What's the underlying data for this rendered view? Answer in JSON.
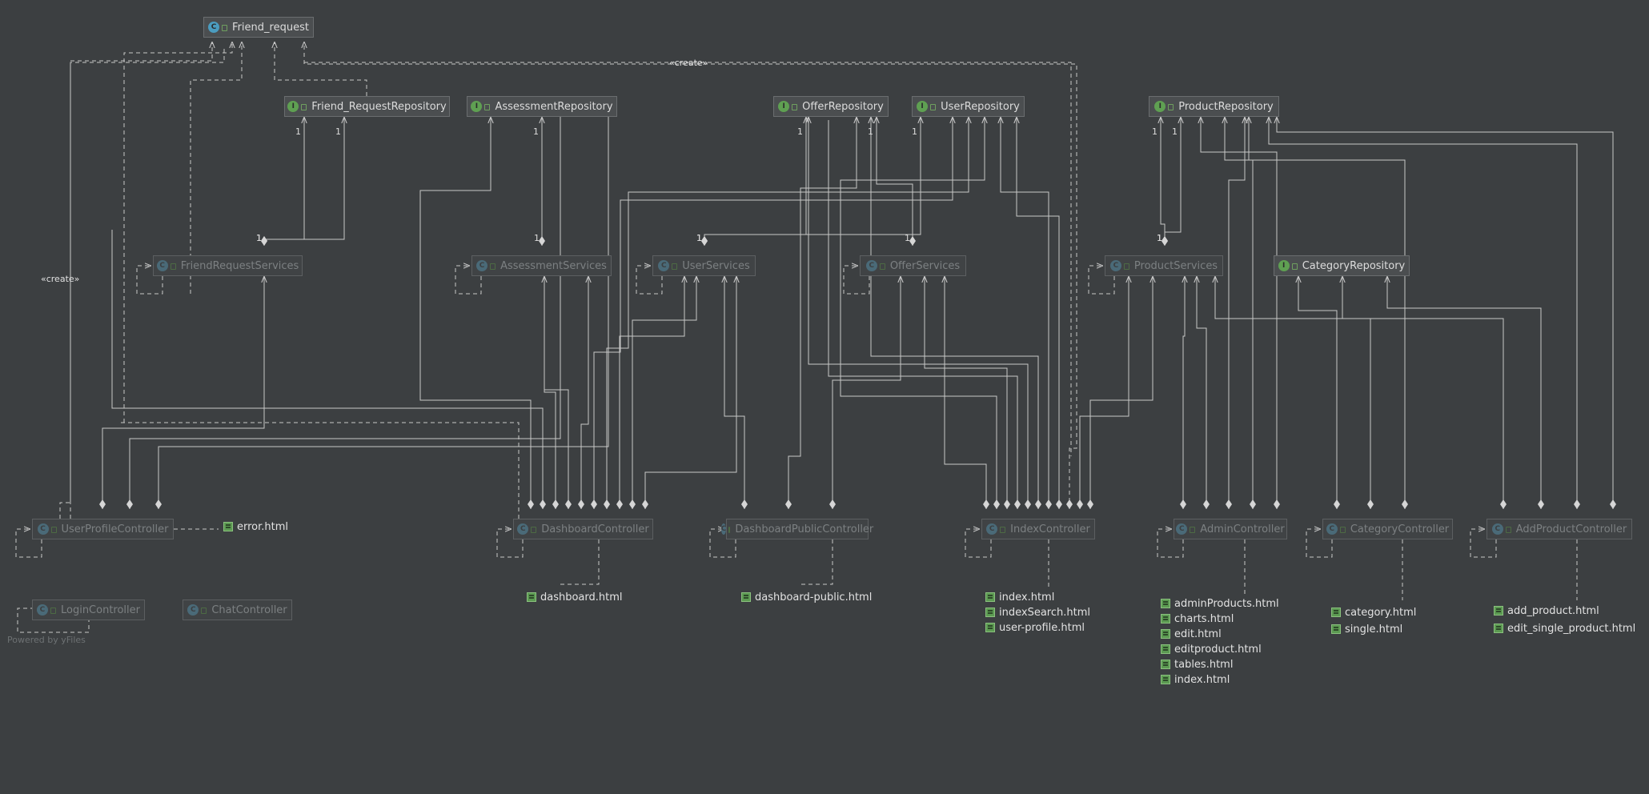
{
  "classes": {
    "friend_request": "Friend_request",
    "friend_request_repository": "Friend_RequestRepository",
    "assessment_repository": "AssessmentRepository",
    "offer_repository": "OfferRepository",
    "user_repository": "UserRepository",
    "product_repository": "ProductRepository",
    "friend_request_services": "FriendRequestServices",
    "assessment_services": "AssessmentServices",
    "user_services": "UserServices",
    "offer_services": "OfferServices",
    "product_services": "ProductServices",
    "category_repository": "CategoryRepository",
    "user_profile_controller": "UserProfileController",
    "dashboard_controller": "DashboardController",
    "dashboard_public_controller": "DashboardPublicController",
    "index_controller": "IndexController",
    "admin_controller": "AdminController",
    "category_controller": "CategoryController",
    "add_product_controller": "AddProductController",
    "login_controller": "LoginController",
    "chat_controller": "ChatController"
  },
  "kinds": {
    "class": "C",
    "interface": "I"
  },
  "files": {
    "error": "error.html",
    "dashboard": "dashboard.html",
    "dashboard_public": "dashboard-public.html",
    "index": [
      "index.html",
      "indexSearch.html",
      "user-profile.html"
    ],
    "admin": [
      "adminProducts.html",
      "charts.html",
      "edit.html",
      "editproduct.html",
      "tables.html",
      "index.html"
    ],
    "category": [
      "category.html",
      "single.html"
    ],
    "add_product": [
      "add_product.html",
      "edit_single_product.html"
    ]
  },
  "stereotypes": {
    "create": "«create»"
  },
  "multiplicity": "1",
  "watermark": "Powered by yFiles",
  "colors": {
    "background": "#3c3f41",
    "line": "#c8c8c8",
    "class_icon": "#4b9cbf",
    "interface_icon": "#5fa052",
    "file_icon": "#5c9a52"
  }
}
